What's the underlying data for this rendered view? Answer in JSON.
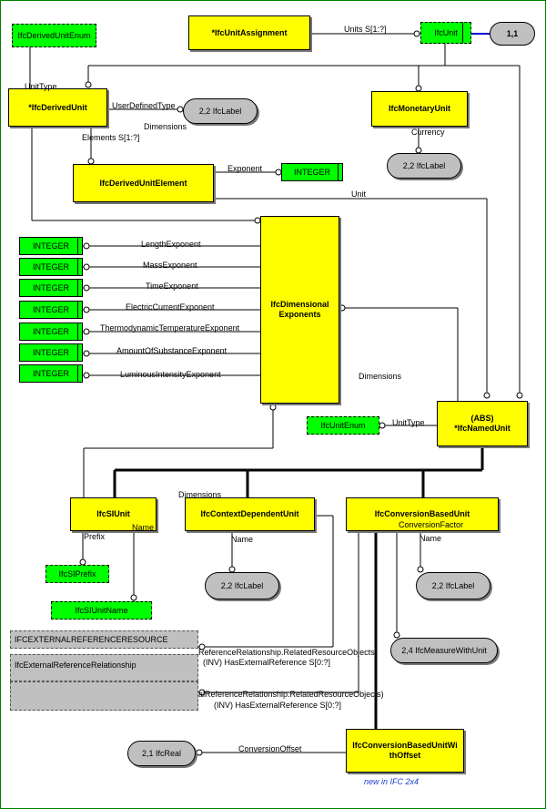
{
  "entities": {
    "unit_assignment": "*IfcUnitAssignment",
    "derived_unit": "*IfcDerivedUnit",
    "monetary_unit": "IfcMonetaryUnit",
    "derived_unit_element": "IfcDerivedUnitElement",
    "dimensional_exponents": "IfcDimensionalExponents",
    "named_unit": "(ABS)\n*IfcNamedUnit",
    "si_unit": "IfcSIUnit",
    "context_dependent_unit": "IfcContextDependentUnit",
    "conversion_based_unit": "IfcConversionBasedUnit",
    "conversion_based_unit_with_offset": "IfcConversionBasedUnitWithOffset"
  },
  "types": {
    "ifc_unit": "IfcUnit",
    "derived_unit_enum": "IfcDerivedUnitEnum",
    "unit_enum": "IfcUnitEnum",
    "si_prefix": "IfcSIPrefix",
    "si_unit_name": "IfcSIUnitName",
    "integer": "INTEGER"
  },
  "refs": {
    "label_1": "2,2 IfcLabel",
    "label_2": "2,2 IfcLabel",
    "label_3": "2,2 IfcLabel",
    "label_4": "2,2 IfcLabel",
    "measure_with_unit": "2,4 IfcMeasureWithUnit",
    "real": "2,1 IfcReal",
    "page_ref": "1,1"
  },
  "external": {
    "resource": "IFCEXTERNALREFERENCERESOURCE",
    "relationship": "IfcExternalReferenceRelationship"
  },
  "labels": {
    "units": "Units S[1:?]",
    "unit_type_1": "UnitType",
    "user_defined_type": "UserDefinedType",
    "dimensions_1": "Dimensions",
    "elements": "Elements S[1:?]",
    "currency": "Currency",
    "exponent": "Exponent",
    "unit": "Unit",
    "length_exponent": "LengthExponent",
    "mass_exponent": "MassExponent",
    "time_exponent": "TimeExponent",
    "electric_current_exponent": "ElectricCurrentExponent",
    "thermodynamic_temperature_exponent": "ThermodynamicTemperatureExponent",
    "amount_of_substance_exponent": "AmountOfSubstanceExponent",
    "luminous_intensity_exponent": "LuminousIntensityExponent",
    "dimensions_2": "Dimensions",
    "unit_type_2": "UnitType",
    "dimensions_3": "Dimensions",
    "prefix": "Prefix",
    "name_1": "Name",
    "name_2": "Name",
    "name_3": "Name",
    "conversion_factor": "ConversionFactor",
    "ref_rel_1": "ReferenceRelationship.RelatedResourceObjects)",
    "has_ext_ref_1": "(INV) HasExternalReference S[0:?]",
    "ref_rel_2": "alReferenceRelationship.RelatedResourceObjects)",
    "has_ext_ref_2": "(INV) HasExternalReference S[0:?]",
    "conversion_offset": "ConversionOffset"
  },
  "note": "new in IFC 2x4"
}
